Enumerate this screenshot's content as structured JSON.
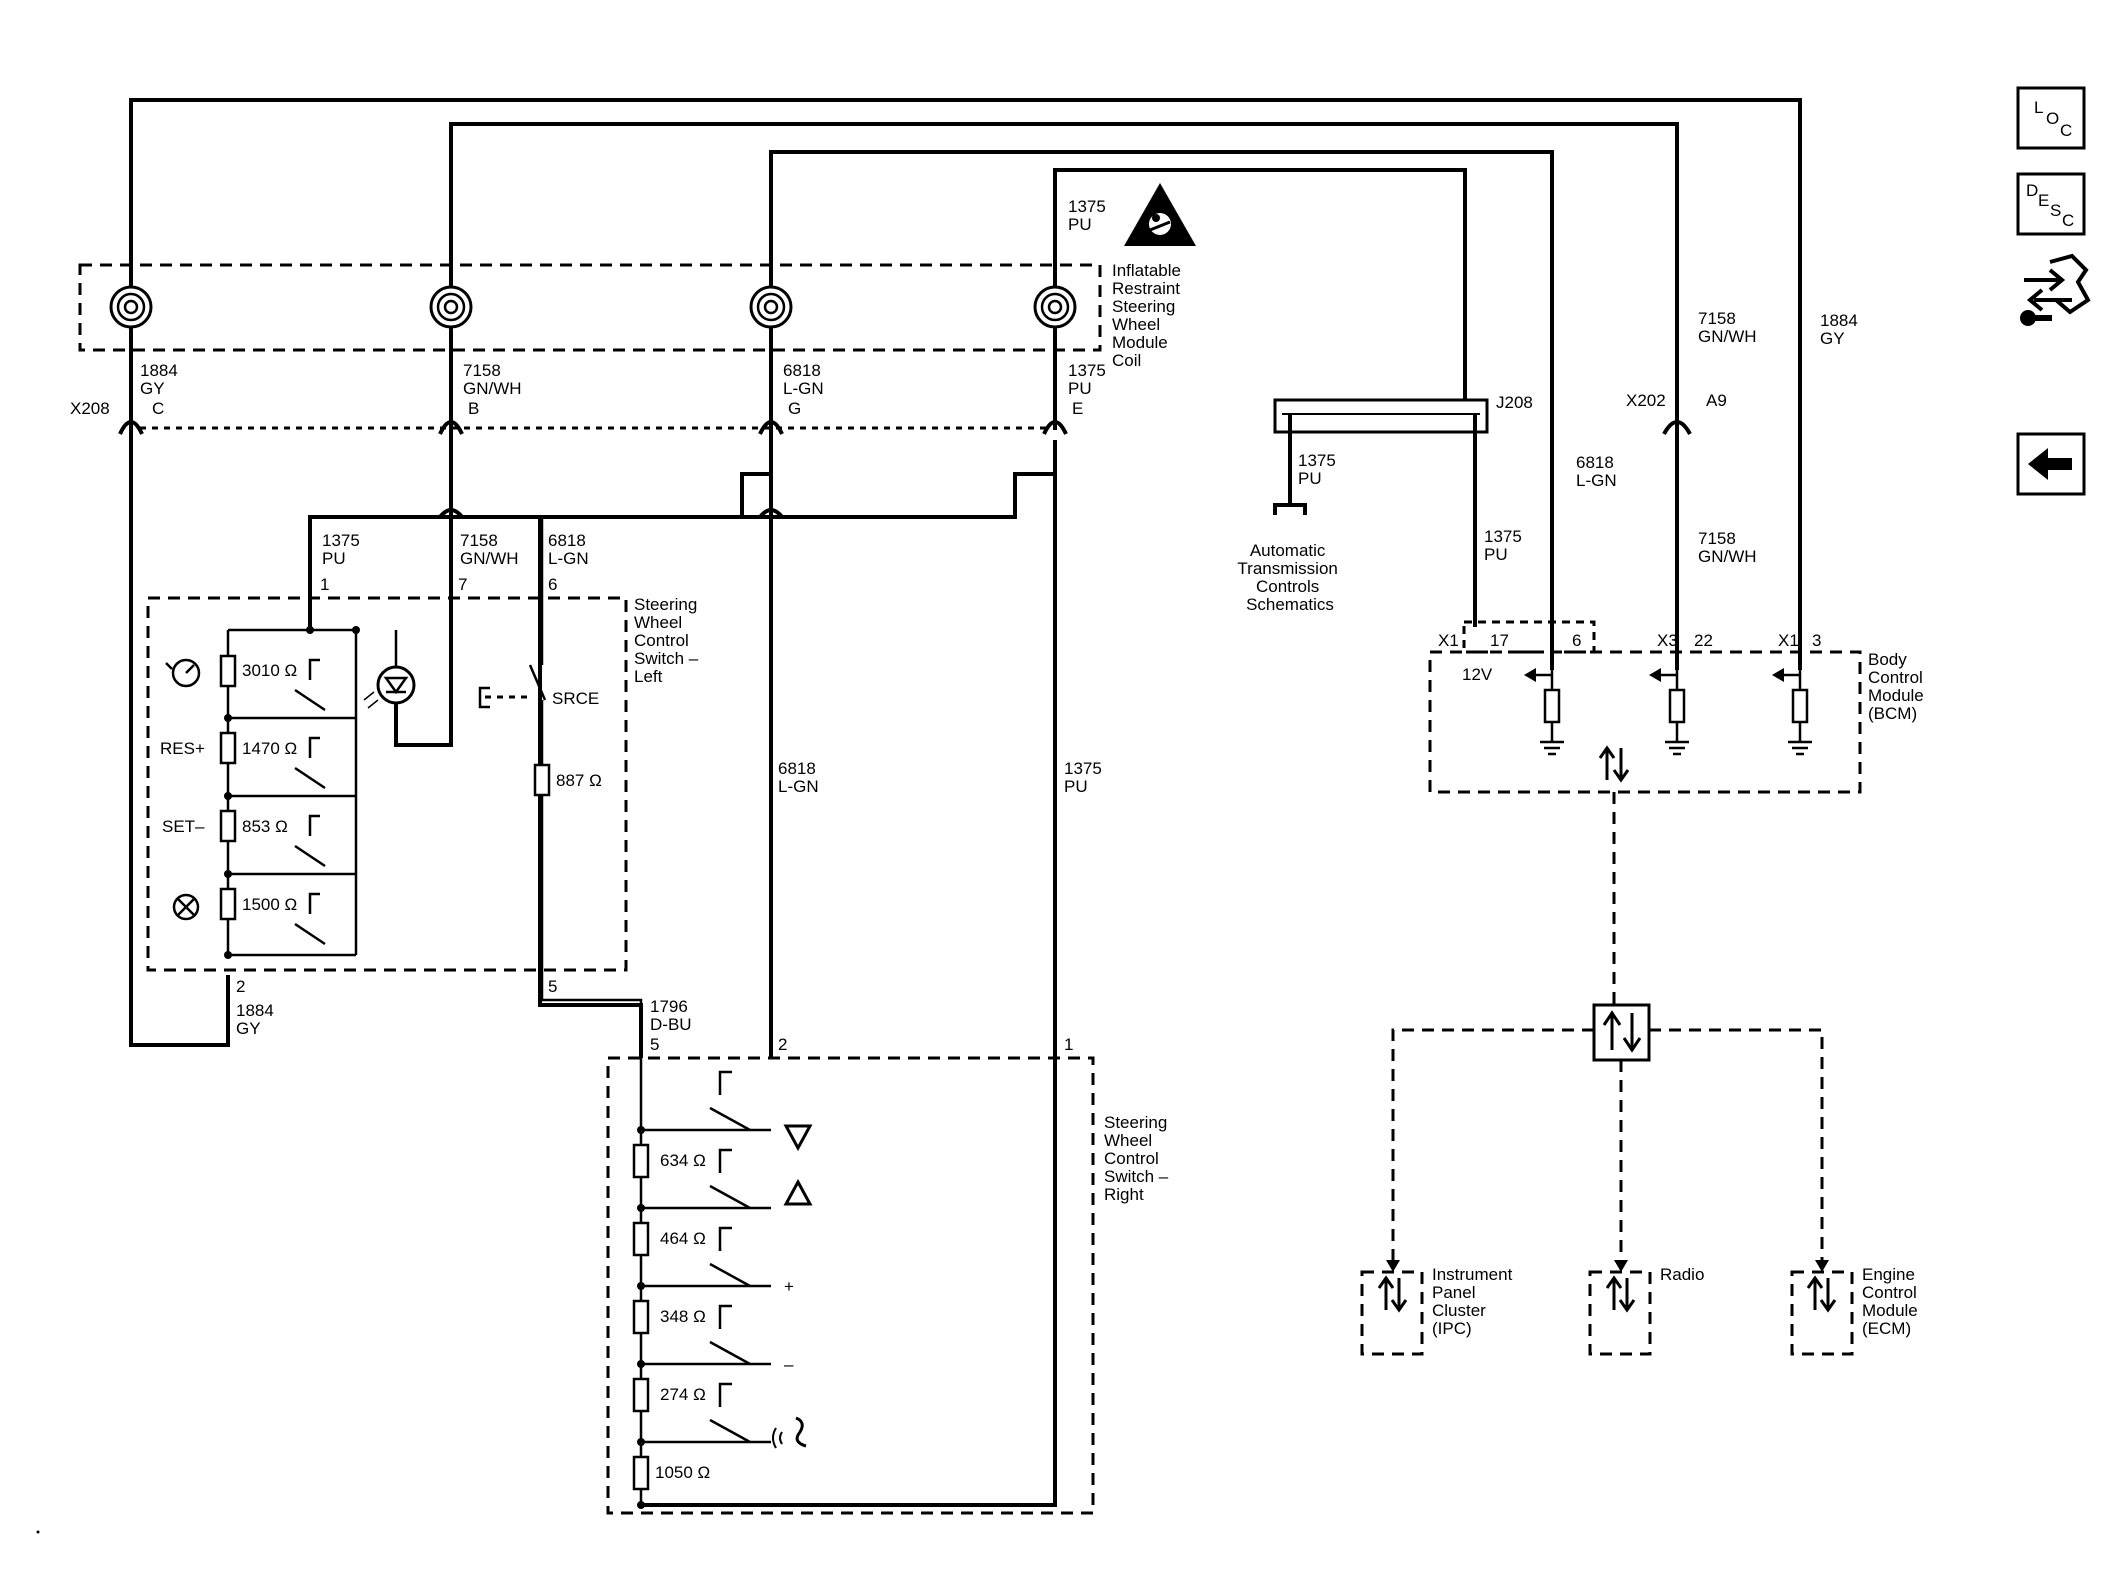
{
  "wires": {
    "w1884_gy": {
      "circuit": "1884",
      "color": "GY"
    },
    "w7158_gnwh": {
      "circuit": "7158",
      "color": "GN/WH"
    },
    "w6818_lgn": {
      "circuit": "6818",
      "color": "L-GN"
    },
    "w1375_pu": {
      "circuit": "1375",
      "color": "PU"
    },
    "w1796_dbu": {
      "circuit": "1796",
      "color": "D-BU"
    }
  },
  "coil": {
    "label": "Inflatable Restraint Steering Wheel Module Coil",
    "lines": [
      "Inflatable",
      "Restraint",
      "Steering",
      "Wheel",
      "Module",
      "Coil"
    ]
  },
  "connector_x208": {
    "name": "X208",
    "pins": [
      "C",
      "B",
      "G",
      "E"
    ]
  },
  "switch_left": {
    "lines": [
      "Steering",
      "Wheel",
      "Control",
      "Switch –",
      "Left"
    ],
    "pins": [
      "1",
      "7",
      "6",
      "2",
      "5"
    ],
    "resistors": [
      "3010 Ω",
      "1470 Ω",
      "853 Ω",
      "1500 Ω",
      "887 Ω"
    ],
    "labels": {
      "res_plus": "RES+",
      "set_minus": "SET–",
      "source": "SRCE"
    }
  },
  "switch_right": {
    "lines": [
      "Steering",
      "Wheel",
      "Control",
      "Switch –",
      "Right"
    ],
    "pins": [
      "5",
      "2",
      "1"
    ],
    "resistors": [
      "634 Ω",
      "464 Ω",
      "348 Ω",
      "274 Ω",
      "1050 Ω"
    ],
    "labels": {
      "plus": "+",
      "minus": "–"
    }
  },
  "j208": {
    "name": "J208"
  },
  "atc": {
    "lines": [
      "Automatic",
      "Transmission",
      "Controls",
      "Schematics"
    ]
  },
  "x202": {
    "name": "X202",
    "pin": "A9"
  },
  "bcm": {
    "lines": [
      "Body",
      "Control",
      "Module",
      "(BCM)"
    ],
    "connectors": [
      "X1",
      "X3",
      "X1"
    ],
    "pins": [
      "17",
      "6",
      "22",
      "3"
    ],
    "voltage": "12V"
  },
  "modules": [
    {
      "lines": [
        "Instrument",
        "Panel",
        "Cluster",
        "(IPC)"
      ]
    },
    {
      "lines": [
        "Radio"
      ]
    },
    {
      "lines": [
        "Engine",
        "Control",
        "Module",
        "(ECM)"
      ]
    }
  ],
  "nav": {
    "loc": [
      "L",
      "O",
      "C"
    ],
    "desc": [
      "D",
      "E",
      "S",
      "C"
    ]
  },
  "icons": [
    "loc-icon",
    "desc-icon",
    "connector-wrench-icon",
    "back-arrow-icon",
    "airbag-warning-icon",
    "cruise-speed-icon",
    "cruise-cancel-icon",
    "volume-down-icon",
    "volume-up-icon",
    "voice-command-icon",
    "led-indicator-icon",
    "serial-data-icon"
  ]
}
